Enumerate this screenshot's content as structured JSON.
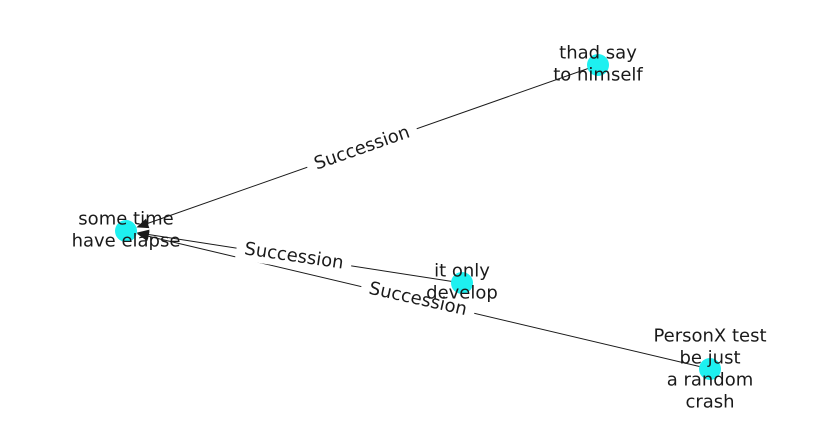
{
  "graph": {
    "node_color": "#1ef0f0",
    "edge_color": "#1a1a1a",
    "nodes": [
      {
        "id": "n_thad",
        "lines": [
          "thad say",
          "to himself"
        ]
      },
      {
        "id": "n_time",
        "lines": [
          "some time",
          "have elapse"
        ]
      },
      {
        "id": "n_only",
        "lines": [
          "it only",
          "develop"
        ]
      },
      {
        "id": "n_test",
        "lines": [
          "PersonX test",
          "be just",
          "a random",
          "crash"
        ]
      }
    ],
    "edges": [
      {
        "from": "n_thad",
        "to": "n_time",
        "label": "Succession"
      },
      {
        "from": "n_only",
        "to": "n_time",
        "label": "Succession"
      },
      {
        "from": "n_test",
        "to": "n_time",
        "label": "Succession"
      }
    ]
  }
}
